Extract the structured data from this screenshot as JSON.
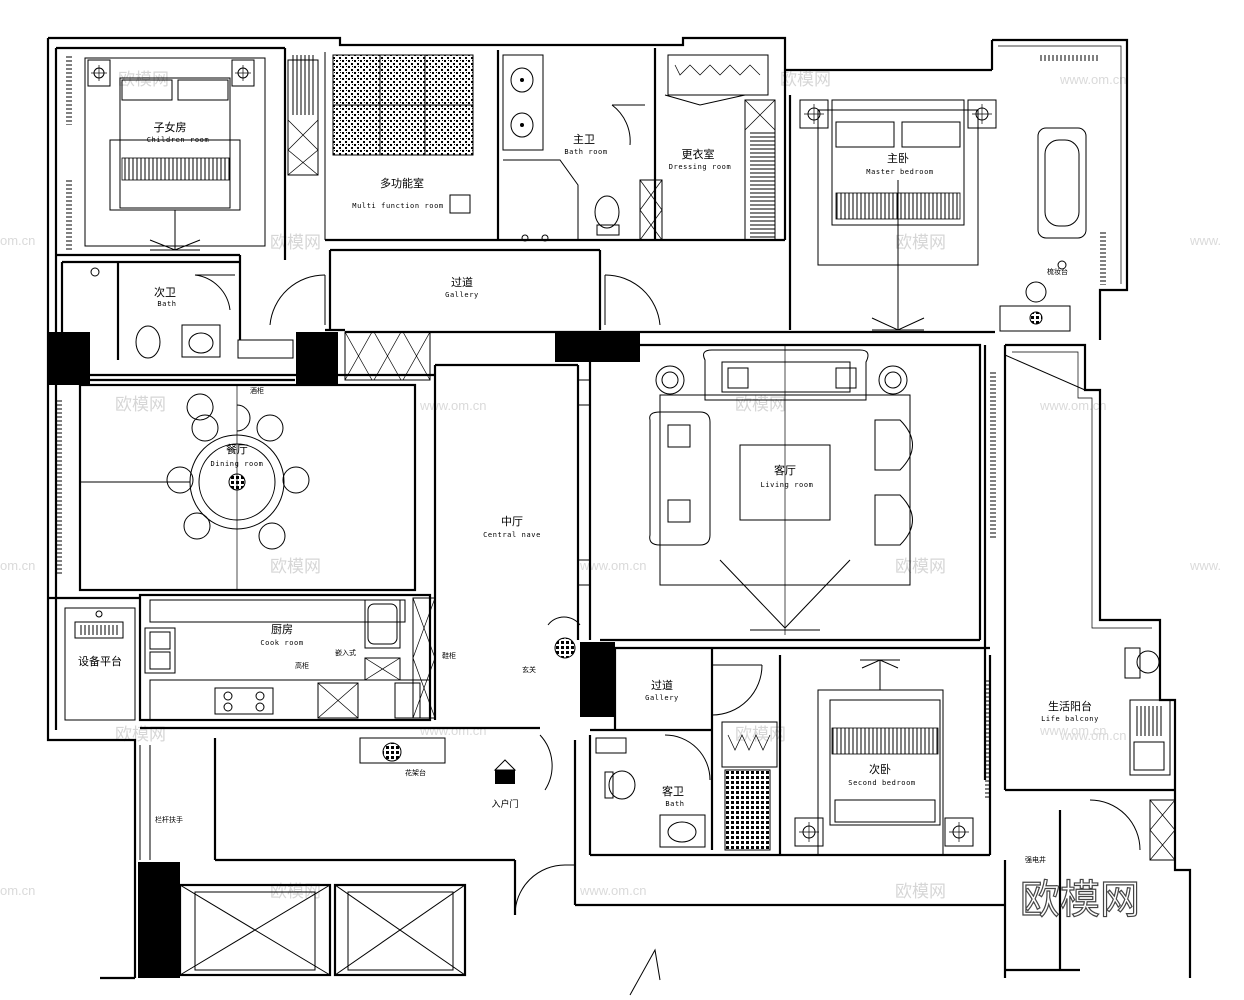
{
  "plan": {
    "rooms": {
      "children_room": {
        "cn": "子女房",
        "en": "Children room"
      },
      "multi_function": {
        "cn": "多功能室",
        "en": "Multi function room"
      },
      "master_bath": {
        "cn": "主卫",
        "en": "Bath room"
      },
      "dressing_room": {
        "cn": "更衣室",
        "en": "Dressing room"
      },
      "master_bedroom": {
        "cn": "主卧",
        "en": "Master bedroom"
      },
      "gallery_top": {
        "cn": "过道",
        "en": "Gallery"
      },
      "second_bath": {
        "cn": "次卫",
        "en": "Bath"
      },
      "dining_room": {
        "cn": "餐厅",
        "en": "Dining room"
      },
      "central_nave": {
        "cn": "中厅",
        "en": "Central nave"
      },
      "living_room": {
        "cn": "客厅",
        "en": "Living room"
      },
      "kitchen": {
        "cn": "厨房",
        "en": "Cook room"
      },
      "equipment_platform": {
        "cn": "设备平台"
      },
      "gallery_bottom": {
        "cn": "过道",
        "en": "Gallery"
      },
      "guest_bath": {
        "cn": "客卫",
        "en": "Bath"
      },
      "second_bedroom": {
        "cn": "次卧",
        "en": "Second bedroom"
      },
      "life_balcony": {
        "cn": "生活阳台",
        "en": "Life balcony"
      }
    },
    "notes": {
      "entrance": "入户门",
      "elevator": "强电井",
      "railing": "栏杆扶手",
      "wine_cabinet": "酒柜",
      "shoe_cabinet": "鞋柜",
      "porch": "玄关",
      "tall_cabinet": "高柜",
      "built_in_appliance": "嵌入式",
      "dressing_table": "梳妆台",
      "plant_stand": "花架台"
    },
    "watermark": {
      "brand": "欧模网",
      "site": "www.om.cn"
    }
  }
}
